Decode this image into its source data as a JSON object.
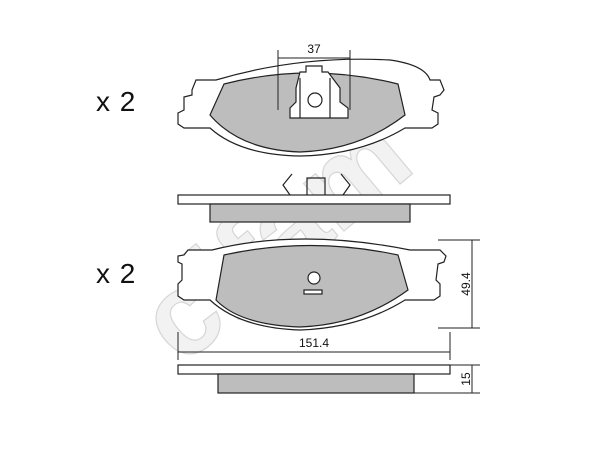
{
  "quantities": {
    "top": "x 2",
    "bottom": "x 2"
  },
  "dimensions": {
    "clip_width": "37",
    "height": "49.4",
    "width": "151.4",
    "thickness": "15"
  },
  "watermark": "cifam",
  "colors": {
    "friction": "#bdbdbd",
    "outline": "#222222",
    "backplate": "#ffffff"
  }
}
